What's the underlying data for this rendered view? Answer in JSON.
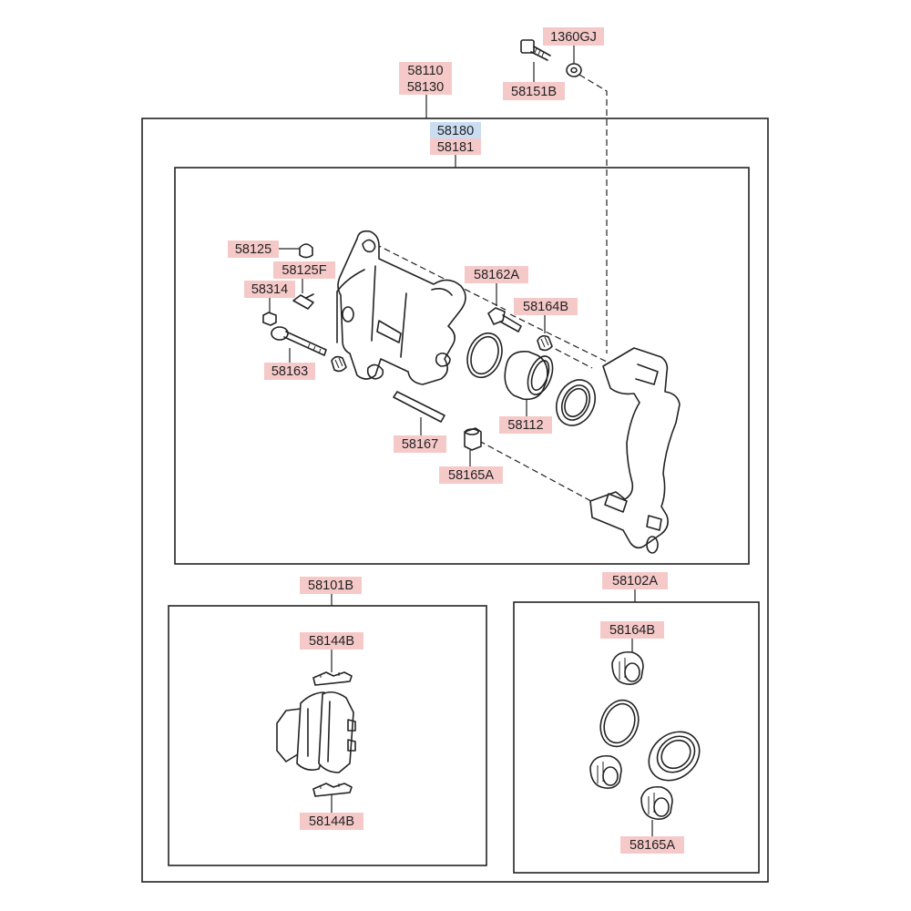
{
  "colors": {
    "label_bg": "#f6c9c9",
    "label_highlight_bg": "#c9dcf2",
    "line": "#222222",
    "background": "#ffffff"
  },
  "labels": {
    "bolt_washer": "1360GJ",
    "bolt": "58151B",
    "caliper_assy_1": "58110",
    "caliper_assy_2": "58130",
    "caliper_body_1": "58180",
    "caliper_body_2": "58181",
    "bleeder_cap": "58125",
    "bleeder_screw": "58125F",
    "nut": "58314",
    "guide_rod_bolt_top": "58162A",
    "boot_top": "58164B",
    "guide_rod_bolt": "58163",
    "piston": "58112",
    "guide_pin": "58167",
    "boot_bottom": "58165A",
    "pad_kit": "58101B",
    "pad_spring_top": "58144B",
    "pad_spring_bottom": "58144B",
    "seal_kit": "58102A",
    "seal_kit_boot_top": "58164B",
    "seal_kit_boot_bottom": "58165A"
  }
}
